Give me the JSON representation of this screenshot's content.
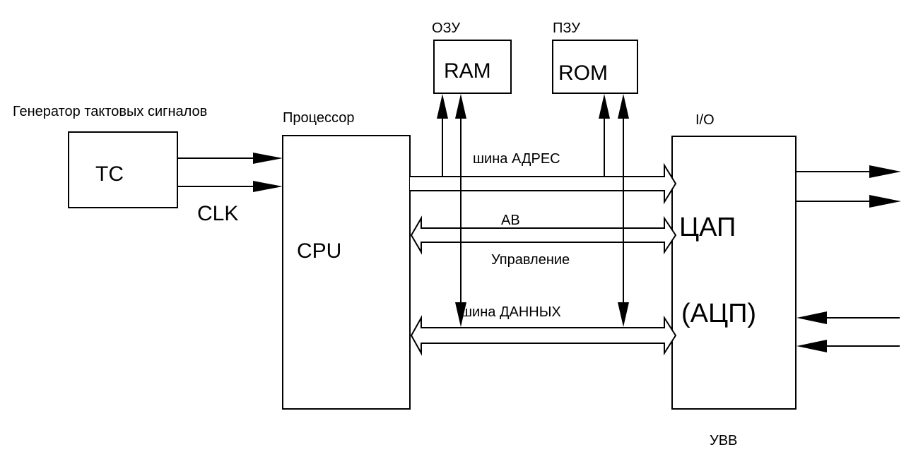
{
  "blocks": {
    "tc": {
      "label": "TC",
      "caption": "Генератор тактовых сигналов"
    },
    "cpu": {
      "label": "CPU",
      "caption": "Процессор"
    },
    "ram": {
      "label": "RAM",
      "caption": "ОЗУ"
    },
    "rom": {
      "label": "ROM",
      "caption": "ПЗУ"
    },
    "io": {
      "label_top": "ЦАП",
      "label_bottom": "(АЦП)",
      "caption_top": "I/O",
      "caption_bottom": "УВВ"
    }
  },
  "signals": {
    "clk": "CLK"
  },
  "buses": {
    "address": "шина АДРЕС",
    "ab": "АВ",
    "control": "Управление",
    "data": "шина ДАННЫХ"
  }
}
